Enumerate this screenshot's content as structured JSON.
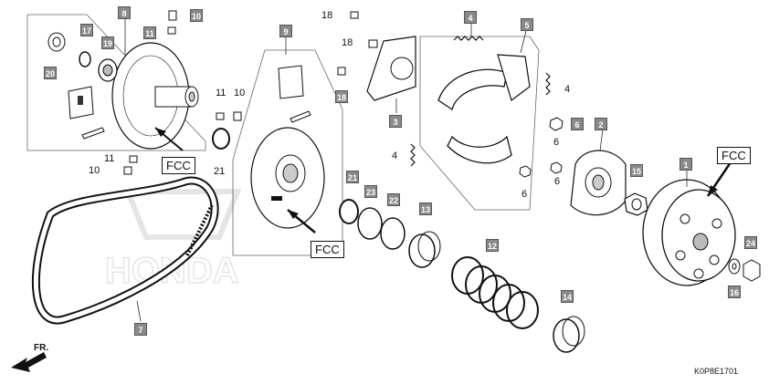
{
  "title": "",
  "diagram_code": "K0P8E1701",
  "direction_label": "FR.",
  "watermark_text": "HONDA",
  "fcc_label": "FCC",
  "labels": {
    "boxed": [
      "1",
      "2",
      "3",
      "4",
      "5",
      "6",
      "7",
      "8",
      "9",
      "10",
      "11",
      "12",
      "13",
      "14",
      "15",
      "16",
      "17",
      "18",
      "19",
      "20",
      "21",
      "22",
      "23",
      "24"
    ],
    "plain": [
      "18",
      "18",
      "10",
      "11",
      "10",
      "11",
      "21",
      "4",
      "4",
      "6",
      "6",
      "6"
    ]
  }
}
